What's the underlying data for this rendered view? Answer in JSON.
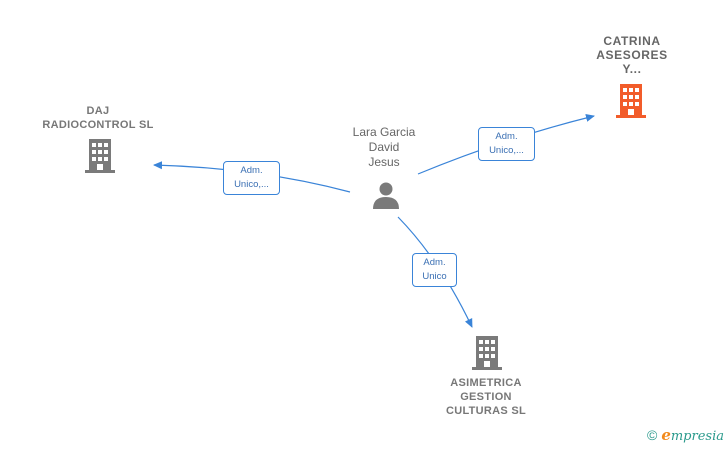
{
  "colors": {
    "edge": "#3a84d8",
    "building": "#7a7a7a",
    "building_highlight": "#f25c2a",
    "person": "#7a7a7a"
  },
  "center": {
    "name": "Lara Garcia\nDavid\nJesus",
    "icon": "person-icon"
  },
  "companies": {
    "daj": {
      "name": "DAJ\nRADIOCONTROL SL",
      "icon": "building-icon"
    },
    "catrina": {
      "name": "CATRINA\nASESORES\nY...",
      "icon": "building-icon"
    },
    "asimetrica": {
      "name": "ASIMETRICA\nGESTION\nCULTURAS SL",
      "icon": "building-icon"
    }
  },
  "relations": {
    "to_daj": "Adm.\nUnico,...",
    "to_catrina": "Adm.\nUnico,...",
    "to_asimetrica": "Adm.\nUnico"
  },
  "footer": {
    "copyright_symbol": "©",
    "brand_first": "e",
    "brand_rest": "mpresia"
  }
}
